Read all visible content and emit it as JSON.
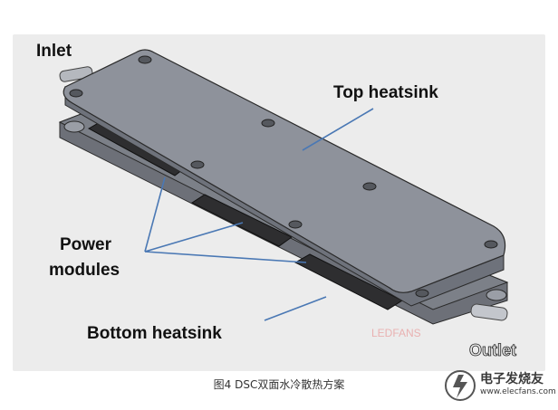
{
  "labels": {
    "inlet": "Inlet",
    "top_heatsink": "Top heatsink",
    "power_modules_line1": "Power",
    "power_modules_line2": "modules",
    "bottom_heatsink": "Bottom heatsink",
    "outlet": "Outlet"
  },
  "caption": "图4 DSC双面水冷散热方案",
  "watermark": {
    "name": "电子发烧友",
    "url": "www.elecfans.com",
    "faint_text": "LEDFANS"
  },
  "colors": {
    "background": "#ececec",
    "top_plate": "#8e929b",
    "module": "#2e2e30",
    "leader_line": "#4a78b4"
  }
}
